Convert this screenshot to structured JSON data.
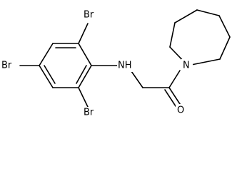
{
  "molecule": {
    "atoms": {
      "br_top": "Br",
      "br_left": "Br",
      "br_bottom": "Br",
      "nh": "NH",
      "n_ring": "N",
      "o": "O"
    }
  },
  "colors": {
    "bond": "#000000",
    "label": "#000000",
    "background": "#ffffff"
  }
}
